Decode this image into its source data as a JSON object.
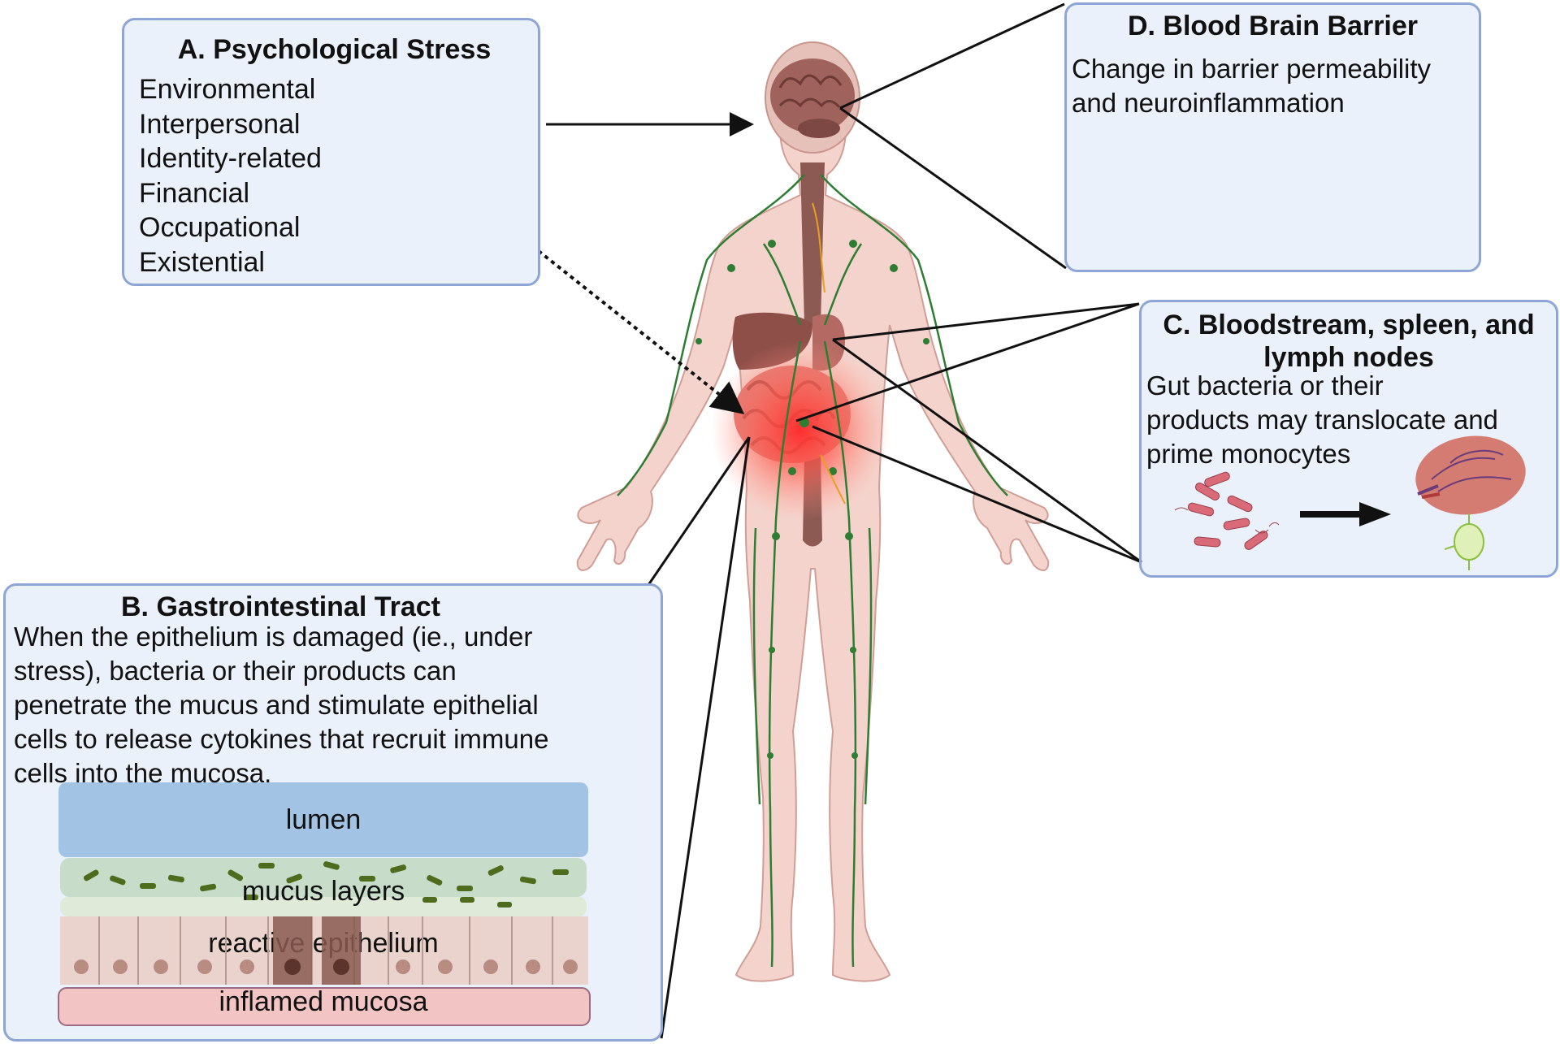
{
  "panels": {
    "a": {
      "title": "A. Psychological Stress",
      "items": [
        "Environmental",
        "Interpersonal",
        "Identity-related",
        "Financial",
        "Occupational",
        "Existential"
      ]
    },
    "b": {
      "title": "B. Gastrointestinal Tract",
      "lines": [
        "When the epithelium is damaged (ie., under",
        "stress), bacteria or their products  can",
        "penetrate the mucus and stimulate epithelial",
        "cells to release cytokines that recruit immune",
        "cells into the mucosa."
      ],
      "layers": {
        "lumen": "lumen",
        "mucus": "mucus layers",
        "epithelium": "reactive epithelium",
        "mucosa": "inflamed mucosa"
      }
    },
    "c": {
      "title_line1": "C. Bloodstream, spleen, and",
      "title_line2": "lymph nodes",
      "lines": [
        "Gut bacteria or their",
        "products may translocate and",
        "prime monocytes"
      ]
    },
    "d": {
      "title": "D. Blood Brain Barrier",
      "lines": [
        "Change in barrier permeability",
        "and neuroinflammation"
      ]
    }
  },
  "colors": {
    "panel_fill": "#eaf1fb",
    "panel_border": "#8ea6d6",
    "skin": "#f4d3cc",
    "lymph": "#2e7d32",
    "brain": "#a0625c",
    "gut": "#e0766f",
    "inflammation": "#ff2b2b",
    "lumen": "#a3c3e4",
    "mucus": "#c7dcc9",
    "epithelium": "#ead3cc",
    "mucosa": "#f2c4c4",
    "bacteria": "#d96a78"
  }
}
